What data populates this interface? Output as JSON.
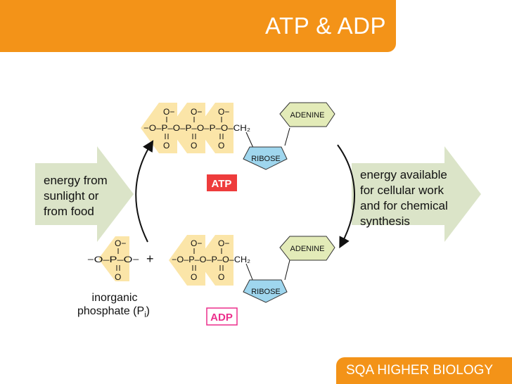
{
  "slide": {
    "title": "ATP & ADP",
    "footer": "SQA HIGHER BIOLOGY"
  },
  "diagram": {
    "left_arrow": {
      "line1": "energy from",
      "line2": "sunlight or",
      "line3": "from food"
    },
    "right_arrow": {
      "line1": "energy available",
      "line2": "for cellular work",
      "line3": "and for chemical",
      "line4": "synthesis"
    },
    "atp": {
      "label": "ATP",
      "adenine": "ADENINE",
      "ribose": "RIBOSE",
      "chain": "−O–P–O–P–O–P–O–CH₂",
      "o_minus": "O−",
      "o": "O"
    },
    "adp": {
      "label": "ADP",
      "adenine": "ADENINE",
      "ribose": "RIBOSE",
      "chain": "−O–P–O–P–O–CH₂",
      "o_minus": "O−",
      "o": "O"
    },
    "phosphate": {
      "chain": "−O–P–O−",
      "plus": "+",
      "label_line1": "inorganic",
      "label_line2": "phosphate (P",
      "label_sub": "i",
      "label_close": ")"
    }
  },
  "colors": {
    "orange": "#f39318",
    "arrow_fill": "#dbe4c8",
    "phosphate_fill": "#fbe5a8",
    "adenine_fill": "#e3ebb8",
    "ribose_fill": "#9fd6ee",
    "atp_box": "#ee3c3c",
    "adp_border": "#ec2f8c"
  }
}
